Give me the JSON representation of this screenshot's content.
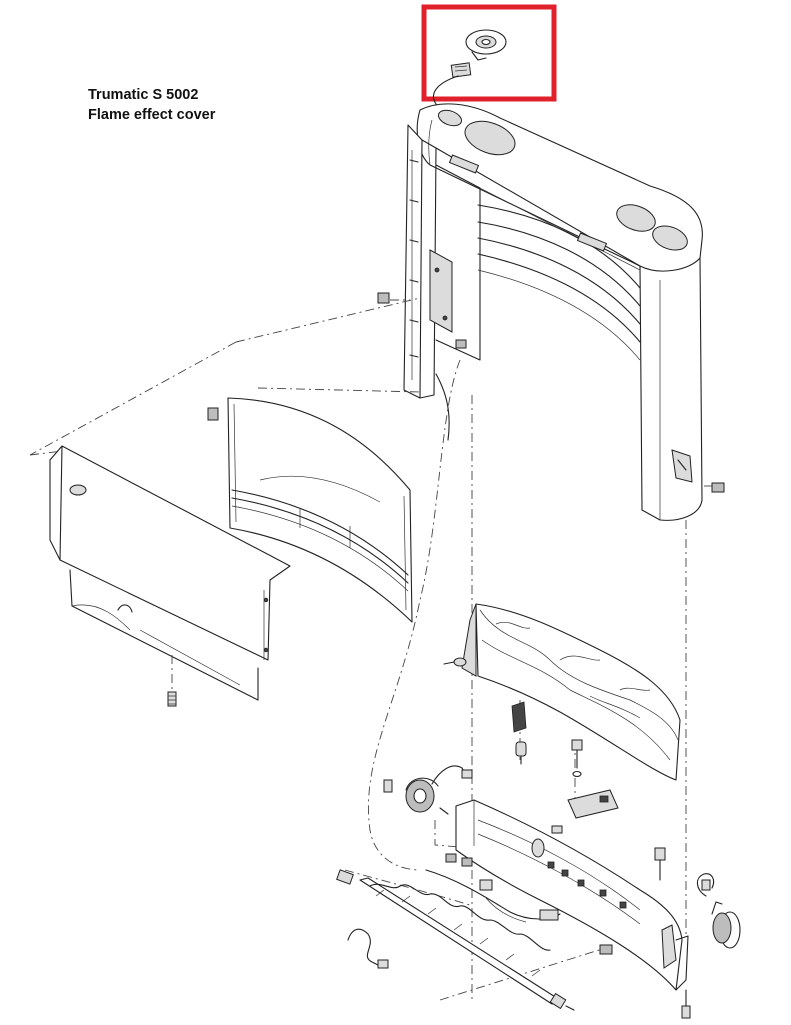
{
  "title": {
    "line1": "Trumatic S 5002",
    "line2": "Flame effect cover"
  },
  "highlight": {
    "color": "#e0202a",
    "target": "thermostat-sensor"
  },
  "colors": {
    "line": "#222222",
    "shade": "#dcdcdc",
    "background": "#ffffff"
  }
}
